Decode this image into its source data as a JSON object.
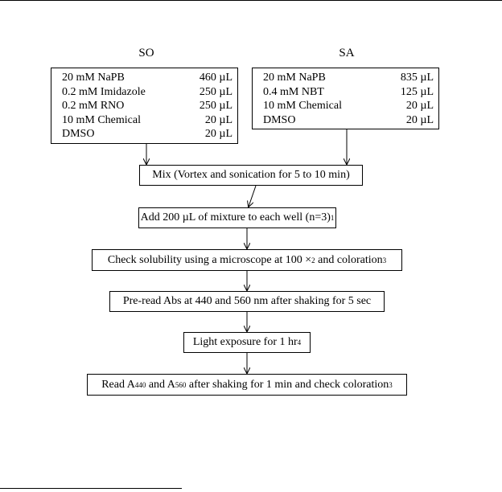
{
  "so": {
    "title": "SO",
    "reagents": [
      {
        "name": "20 mM NaPB",
        "volume": "460 µL"
      },
      {
        "name": "0.2 mM Imidazole",
        "volume": "250 µL"
      },
      {
        "name": "0.2 mM RNO",
        "volume": "250 µL"
      },
      {
        "name": "10 mM Chemical",
        "volume": "20 µL"
      },
      {
        "name": "DMSO",
        "volume": "20 µL"
      }
    ]
  },
  "sa": {
    "title": "SA",
    "reagents": [
      {
        "name": "20 mM NaPB",
        "volume": "835 µL"
      },
      {
        "name": "0.4 mM NBT",
        "volume": "125 µL"
      },
      {
        "name": "10 mM Chemical",
        "volume": "20 µL"
      },
      {
        "name": "DMSO",
        "volume": "20 µL"
      }
    ]
  },
  "steps": {
    "mix": "Mix (Vortex and sonication for 5 to 10 min)",
    "add": {
      "text": "Add 200 µL of mixture to each well (n=3)",
      "note": "1"
    },
    "check": {
      "text_a": "Check solubility using a microscope at 100 ×",
      "note_a": "2",
      "text_b": " and coloration",
      "note_b": "3"
    },
    "preread": "Pre-read Abs at 440 and 560 nm after shaking for 5 sec",
    "light": {
      "text": "Light exposure for 1 hr",
      "note": "4"
    },
    "read": {
      "p1": "Read A",
      "s1": "440",
      "p2": " and A",
      "s2": "560",
      "p3": " after shaking for 1 min and check coloration",
      "note": "3"
    }
  }
}
